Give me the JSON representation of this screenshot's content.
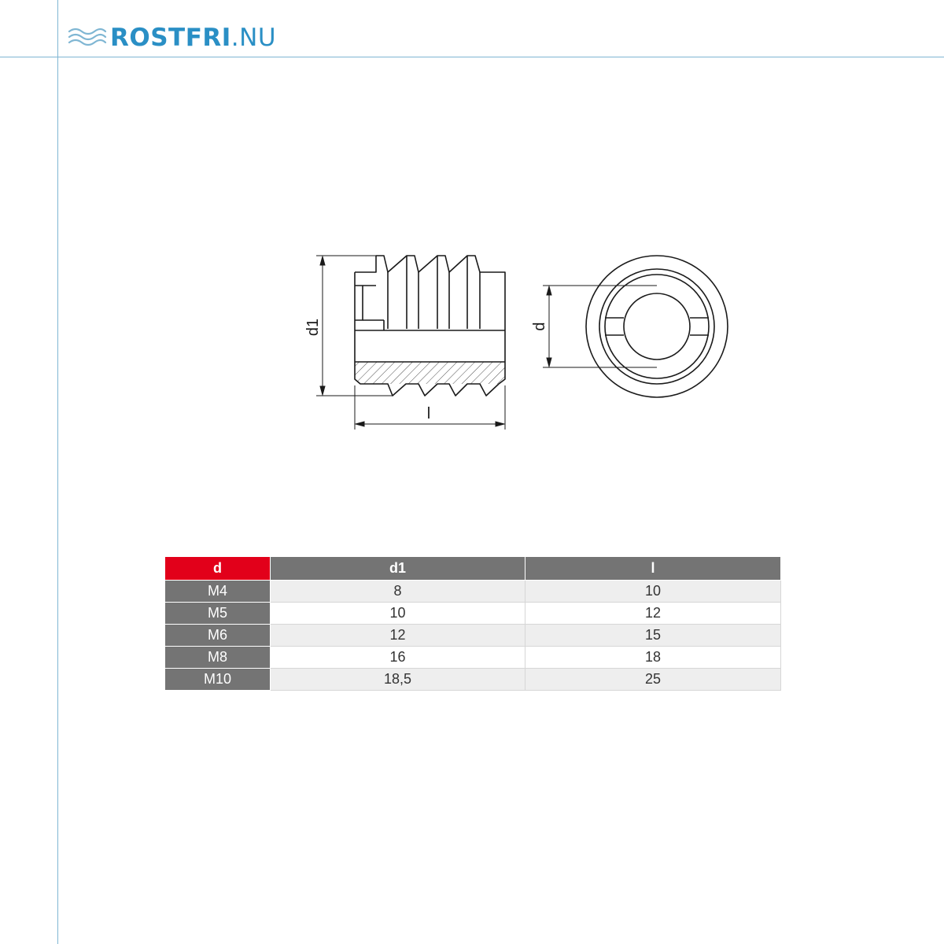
{
  "brand": {
    "logo_icon": "waves-icon",
    "name_strong": "ROSTFRI",
    "name_light": ".NU",
    "color": "#2a8fc5"
  },
  "drawing": {
    "labels": {
      "d1": "d1",
      "d": "d",
      "l": "l"
    }
  },
  "table": {
    "headers": [
      "d",
      "d1",
      "l"
    ],
    "header_accent": "#e2001a",
    "header_bg": "#747474",
    "rows": [
      [
        "M4",
        "8",
        "10"
      ],
      [
        "M5",
        "10",
        "12"
      ],
      [
        "M6",
        "12",
        "15"
      ],
      [
        "M8",
        "16",
        "18"
      ],
      [
        "M10",
        "18,5",
        "25"
      ]
    ]
  }
}
